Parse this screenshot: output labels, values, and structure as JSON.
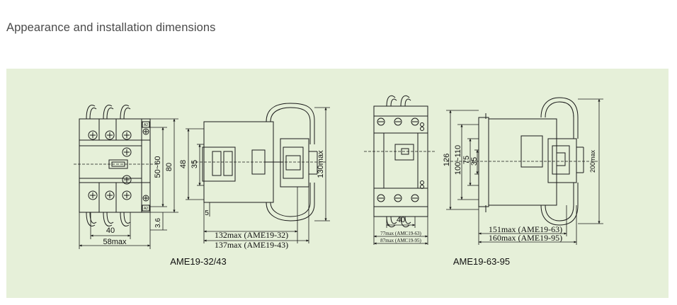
{
  "page": {
    "title": "Appearance and installation dimensions"
  },
  "left_diagram": {
    "model": "AME19-32/43",
    "dims": {
      "width_40": "40",
      "width_58max": "58max",
      "height_50_60": "50~60",
      "height_80": "80",
      "dim_3_6": "3.6",
      "dim_48": "48",
      "dim_35": "35",
      "dim_5": "5",
      "height_130max": "130max",
      "depth_132": "132max (AME19-32)",
      "depth_137": "137max (AME19-43)",
      "term_a2_top": "A2",
      "term_a2_bottom": "A2"
    }
  },
  "right_diagram": {
    "model": "AME19-63-95",
    "dims": {
      "width_40": "40",
      "width_77": "77max (AMC19-63)",
      "width_87": "87max (AMC19-95)",
      "dim_126": "126",
      "dim_100_110": "100~110",
      "dim_75": "75",
      "dim_35": "35",
      "height_200max": "200max",
      "depth_151": "151max (AME19-63)",
      "depth_160": "160max (AME19-95)"
    }
  },
  "colors": {
    "panel": "#e6f0d9",
    "line": "#1a1a1a",
    "heading": "#4a4a4a"
  }
}
